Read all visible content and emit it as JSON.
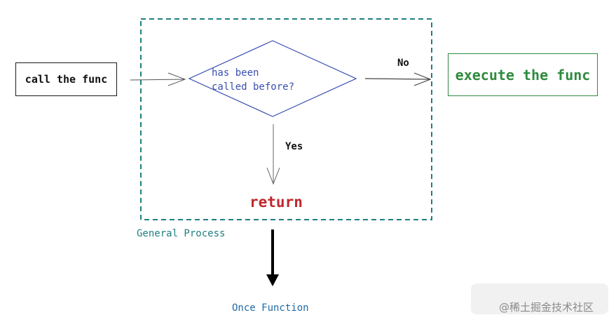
{
  "diagram": {
    "start_node": {
      "label": "call the func"
    },
    "decision_node": {
      "line1": "has been",
      "line2": "called before?"
    },
    "end_node_no": {
      "label": "execute the func"
    },
    "end_node_yes": {
      "label": "return"
    },
    "edge_no": {
      "label": "No"
    },
    "edge_yes": {
      "label": "Yes"
    },
    "group": {
      "label": "General Process"
    },
    "output": {
      "label": "Once Function"
    }
  },
  "watermark": {
    "text": "@稀土掘金技术社区"
  },
  "colors": {
    "group_border": "#1f7f82",
    "decision_stroke": "#3a4fb0",
    "execute": "#2e8b3e",
    "return": "#c0282d",
    "output_label": "#1f6aa5"
  }
}
